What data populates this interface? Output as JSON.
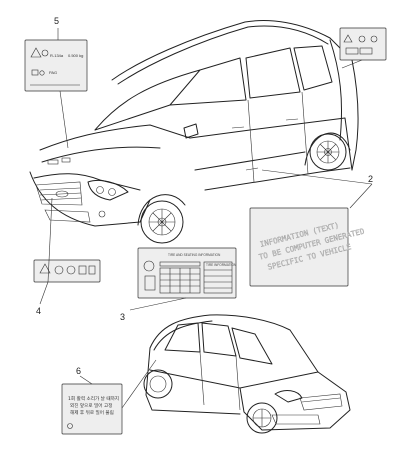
{
  "callouts": [
    {
      "id": "c5",
      "number": "5"
    },
    {
      "id": "c2",
      "number": "2"
    },
    {
      "id": "c4",
      "number": "4"
    },
    {
      "id": "c3",
      "number": "3"
    },
    {
      "id": "c6",
      "number": "6"
    }
  ],
  "refrigerant_label": {
    "refrigerant": "R-134a",
    "weight": "0.500 kg",
    "oil": "PAG"
  },
  "info_label": {
    "lines": [
      "INFORMATION (TEXT)",
      "TO BE COMPUTER GENERATED",
      "SPECIFIC TO VEHICLE"
    ]
  },
  "tire_label": {
    "title": "TIRE AND SEATING INFORMATION",
    "table_header": "TIRE INFORMATION"
  },
  "korean_label": {
    "lines": [
      "1회 활력 소리가 날 때까지",
      "외진 앞으로 밀어 고정",
      "해제 후 뒤로 밀어 풀림"
    ]
  },
  "icons": {
    "warning": "warning-triangle-icon",
    "fan": "fan-icon",
    "book": "manual-book-icon",
    "engine": "engine-icon"
  }
}
